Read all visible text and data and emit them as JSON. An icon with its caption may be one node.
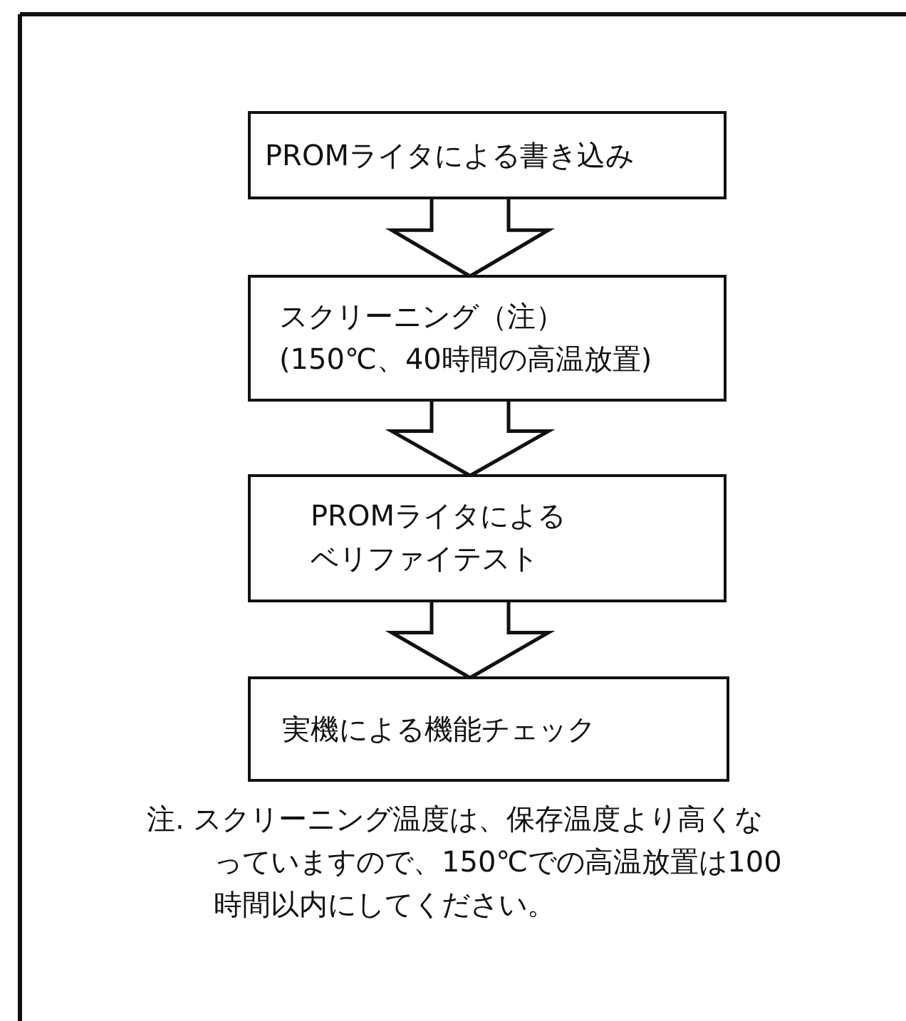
{
  "diagram": {
    "nodes": [
      {
        "text": [
          "PROMライタによる書き込み"
        ]
      },
      {
        "text": [
          "スクリーニング（注）",
          "(150℃、40時間の高温放置)"
        ]
      },
      {
        "text": [
          "PROMライタによるベリファイテスト"
        ]
      },
      {
        "text": [
          "実機による機能チェック"
        ]
      }
    ],
    "edges": [
      {
        "from": 0,
        "to": 1,
        "arrow": "to"
      },
      {
        "from": 1,
        "to": 2,
        "arrow": "to"
      },
      {
        "from": 2,
        "to": 3,
        "arrow": "to"
      }
    ],
    "labels": [
      "注. スクリーニング温度は、保存温度より高くなっていますので、150℃での高温放置は100時間以内にしてください。"
    ]
  }
}
